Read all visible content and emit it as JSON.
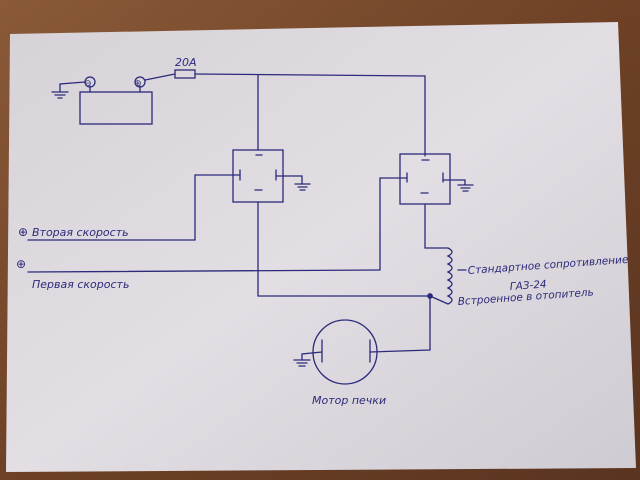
{
  "battery": {
    "negative_sign": "⊖",
    "positive_sign": "⊕"
  },
  "fuse": {
    "rating": "20A"
  },
  "inputs": {
    "second_speed_plus": "⊕",
    "second_speed_label": "Вторая скорость",
    "first_speed_plus": "⊕",
    "first_speed_label": "Первая скорость"
  },
  "resistor": {
    "line1": "Стандартное сопротивление",
    "line2": "ГАЗ-24",
    "line3": "Встроенное в отопитель"
  },
  "motor": {
    "label": "Мотор печки"
  },
  "colors": {
    "ink": "#2c2a7a",
    "paper": "#dcd8de",
    "table": "#7a4a2c"
  }
}
